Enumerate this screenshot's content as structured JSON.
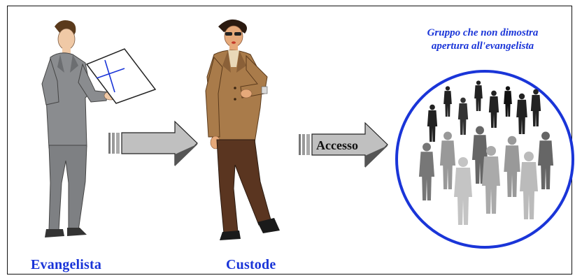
{
  "labels": {
    "evangelist": "Evangelista",
    "custodian": "Custode"
  },
  "group": {
    "title_line1": "Gruppo che non dimostra",
    "title_line2": "apertura all'evangelista"
  },
  "arrow_access": {
    "label": "Accesso"
  },
  "colors": {
    "label_blue": "#1a35d8",
    "circle_blue": "#1a35d8",
    "arrow_fill": "#c0c0c0"
  },
  "icons": [
    "evangelist-figure",
    "clipboard-cross-icon",
    "custodian-figure",
    "right-arrow-icon",
    "people-group-silhouettes"
  ]
}
